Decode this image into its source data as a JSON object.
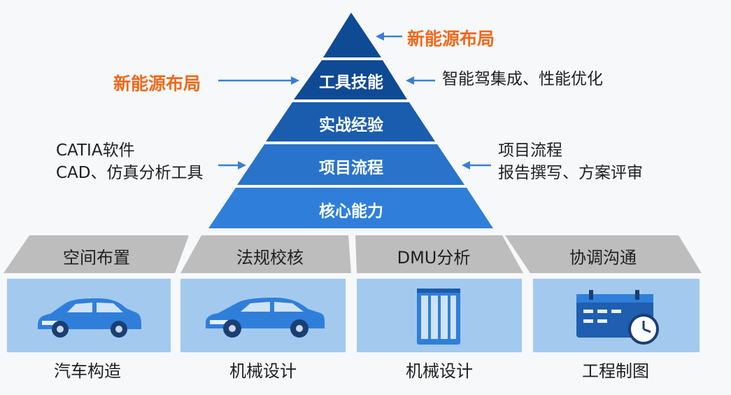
{
  "pyramid": {
    "tiers": [
      {
        "label": "工具技能"
      },
      {
        "label": "实战经验"
      },
      {
        "label": "项目流程"
      },
      {
        "label": "核心能力"
      }
    ]
  },
  "callouts": {
    "apex_right": "新能源布局",
    "tier1_left": "新能源布局",
    "tier1_right": "智能驾集成、性能优化",
    "tier3_left": [
      "CATIA软件",
      "CAD、仿真分析工具"
    ],
    "tier3_right": [
      "项目流程",
      "报告撰写、方案评审"
    ]
  },
  "tabs": [
    {
      "label": "空间布置"
    },
    {
      "label": "法规校核"
    },
    {
      "label": "DMU分析"
    },
    {
      "label": "协调沟通"
    }
  ],
  "cards": [
    {
      "caption": "汽车构造",
      "icon": "car-icon"
    },
    {
      "caption": "机械设计",
      "icon": "car-icon"
    },
    {
      "caption": "机械设计",
      "icon": "server-icon"
    },
    {
      "caption": "工程制图",
      "icon": "calendar-clock-icon"
    }
  ],
  "colors": {
    "orange": "#ef6a1c",
    "tier_top": "#0f4a94",
    "tier_mid": "#1c62b6",
    "tier_low": "#2b76d0",
    "tab_gray": "#bdbdbd",
    "card_blue": "#a3c9ee",
    "arrow": "#3a7fd0"
  }
}
